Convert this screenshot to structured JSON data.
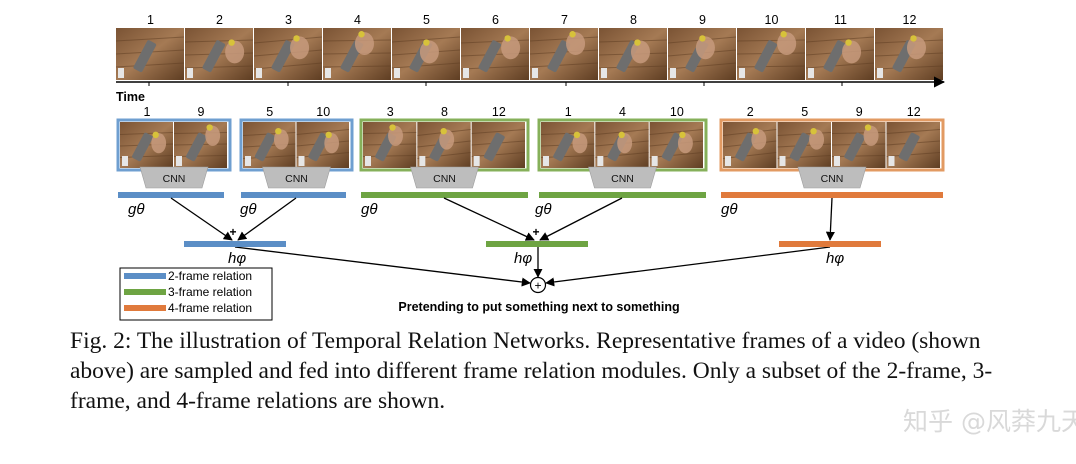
{
  "figure": {
    "timeline": {
      "frame_numbers": [
        "1",
        "2",
        "3",
        "4",
        "5",
        "6",
        "7",
        "8",
        "9",
        "10",
        "11",
        "12"
      ],
      "axis_label": "Time"
    },
    "groups": [
      {
        "frames": [
          "1",
          "9"
        ],
        "cnn_label": "CNN",
        "g_label": "gθ",
        "color": "#6f9fd0",
        "bar_color": "#5b8ec6"
      },
      {
        "frames": [
          "5",
          "10"
        ],
        "cnn_label": "CNN",
        "g_label": "gθ",
        "color": "#6f9fd0",
        "bar_color": "#5b8ec6"
      },
      {
        "frames": [
          "3",
          "8",
          "12"
        ],
        "cnn_label": "CNN",
        "g_label": "gθ",
        "color": "#86b05a",
        "bar_color": "#6ea443"
      },
      {
        "frames": [
          "1",
          "4",
          "10"
        ],
        "cnn_label": "CNN",
        "g_label": "gθ",
        "color": "#86b05a",
        "bar_color": "#6ea443"
      },
      {
        "frames": [
          "2",
          "5",
          "9",
          "12"
        ],
        "cnn_label": "CNN",
        "g_label": "gθ",
        "color": "#e29a62",
        "bar_color": "#e07a3c"
      }
    ],
    "h_nodes": [
      {
        "label": "hφ",
        "plus": "+",
        "color": "#5b8ec6"
      },
      {
        "label": "hφ",
        "plus": "+",
        "color": "#6ea443"
      },
      {
        "label": "hφ",
        "plus": "",
        "color": "#e07a3c"
      }
    ],
    "sum_symbol": "+",
    "legend": [
      {
        "label": "2-frame relation",
        "color": "#5b8ec6"
      },
      {
        "label": "3-frame relation",
        "color": "#6ea443"
      },
      {
        "label": "4-frame relation",
        "color": "#e07a3c"
      }
    ],
    "output_label": "Pretending to put something next to something"
  },
  "caption": {
    "text": "Fig. 2: The illustration of Temporal Relation Networks. Representative frames of a video (shown above) are sampled and fed into different frame relation modules. Only a subset of the 2-frame, 3-frame, and 4-frame relations are shown."
  },
  "watermark": "知乎 @风莽九天",
  "colors": {
    "wood_dark": "#5e3d22",
    "wood_mid": "#8a6040",
    "wood_light": "#b48a62",
    "remote": "#6e6e6e",
    "object_yellow": "#d7c23a",
    "cnn_fill": "#bdbdbd"
  }
}
